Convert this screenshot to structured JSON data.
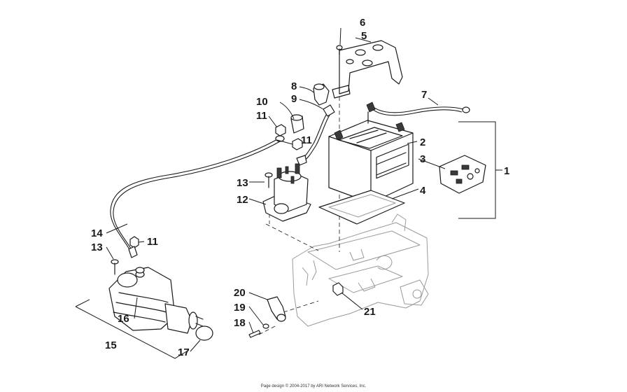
{
  "diagram": {
    "labels": {
      "n1": "1",
      "n2": "2",
      "n3": "3",
      "n4": "4",
      "n5": "5",
      "n6": "6",
      "n7": "7",
      "n8": "8",
      "n9": "9",
      "n10": "10",
      "n11a": "11",
      "n11b": "11",
      "n11c": "11",
      "n12": "12",
      "n13a": "13",
      "n13b": "13",
      "n14": "14",
      "n15": "15",
      "n16": "16",
      "n17": "17",
      "n18": "18",
      "n19": "19",
      "n20": "20",
      "n21": "21"
    }
  },
  "footer": {
    "text": "Page design © 2004-2017 by ARI Network Services, Inc."
  }
}
